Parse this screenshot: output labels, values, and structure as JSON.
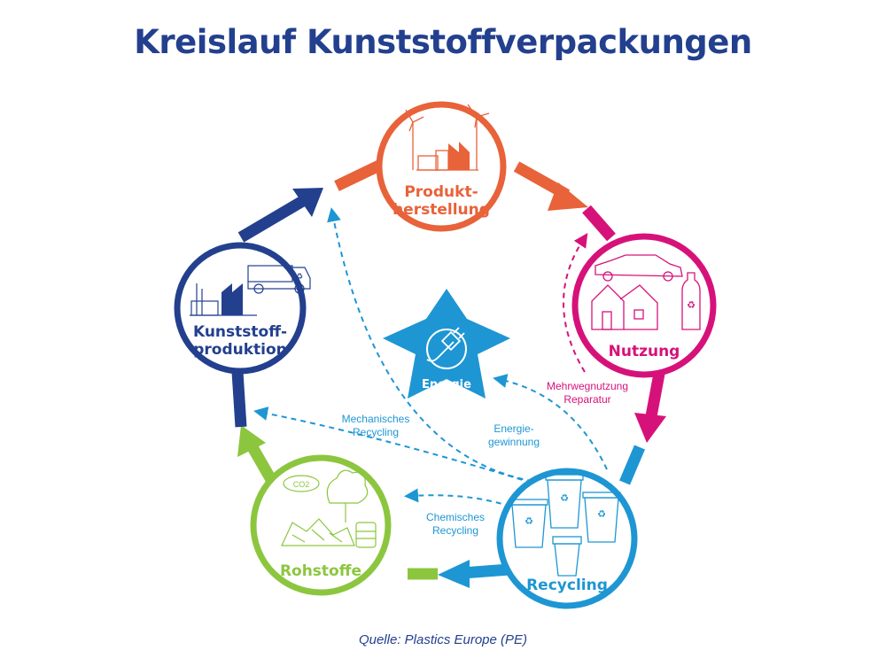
{
  "title": "Kreislauf Kunststoffverpackungen",
  "source": "Quelle: Plastics Europe (PE)",
  "colors": {
    "title": "#23408e",
    "produktherstellung": "#e8623a",
    "nutzung": "#d6127a",
    "recycling": "#1e96d3",
    "rohstoffe": "#8cc63f",
    "kunststoffproduktion": "#23408e",
    "energie": "#1e96d3",
    "dashed": "#1e96d3"
  },
  "nodes": {
    "produktherstellung": {
      "line1": "Produkt-",
      "line2": "herstellung"
    },
    "nutzung": {
      "line1": "Nutzung"
    },
    "recycling": {
      "line1": "Recycling"
    },
    "rohstoffe": {
      "line1": "Rohstoffe"
    },
    "kunststoffproduktion": {
      "line1": "Kunststoff-",
      "line2": "produktion"
    },
    "energie": {
      "line1": "Energie"
    }
  },
  "flows": {
    "mehrweg": {
      "line1": "Mehrwegnutzung",
      "line2": "Reparatur"
    },
    "mechanisch": {
      "line1": "Mechanisches",
      "line2": "Recycling"
    },
    "energiegewinnung": {
      "line1": "Energie-",
      "line2": "gewinnung"
    },
    "chemisch": {
      "line1": "Chemisches",
      "line2": "Recycling"
    }
  },
  "icons": {
    "produktherstellung": "factory-windturbine-icon",
    "nutzung": "car-house-bottle-icon",
    "recycling": "recycling-bins-icon",
    "rohstoffe": "co2-trees-waste-barrel-icon",
    "kunststoffproduktion": "factory-truck-icon",
    "energie": "plug-icon"
  }
}
